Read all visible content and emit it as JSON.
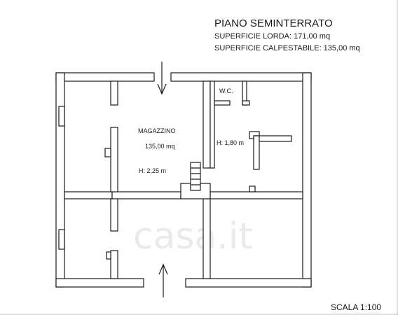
{
  "title": "PIANO SEMINTERRATO",
  "superficie_lorda": "SUPERFICIE LORDA: 171,00 mq",
  "superficie_calpestabile": "SUPERFICIE CALPESTABILE: 135,00 mq",
  "rooms": {
    "magazzino": "MAGAZZINO",
    "magazzino_area": "135,00 mq",
    "height_left": "H: 2,25 m",
    "wc": "W.C.",
    "height_right": "H: 1,80 m"
  },
  "watermark": "casa.it",
  "scale": "SCALA 1:100",
  "colors": {
    "wall": "#1a1a1a",
    "background": "#ffffff",
    "watermark": "#d9d9d9"
  }
}
